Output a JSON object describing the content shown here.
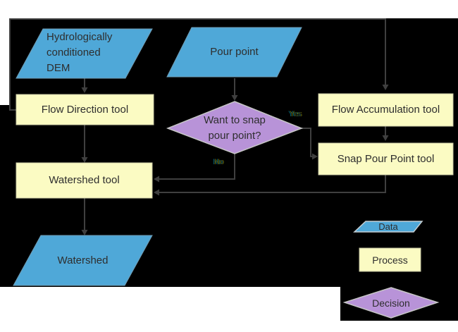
{
  "diagram": {
    "nodes": {
      "dem": {
        "label": "Hydrologically conditioned DEM",
        "type": "data"
      },
      "pour_point": {
        "label": "Pour point",
        "type": "data"
      },
      "flow_direction": {
        "label": "Flow Direction tool",
        "type": "process"
      },
      "flow_accumulation": {
        "label": "Flow Accumulation tool",
        "type": "process"
      },
      "snap_pour_point": {
        "label": "Snap Pour Point tool",
        "type": "process"
      },
      "snap_decision": {
        "label": "Want to snap pour point?",
        "type": "decision"
      },
      "watershed_tool": {
        "label": "Watershed tool",
        "type": "process"
      },
      "watershed": {
        "label": "Watershed",
        "type": "data"
      }
    },
    "edge_labels": {
      "yes": "Yes",
      "no": "No"
    },
    "legend": {
      "data": "Data",
      "process": "Process",
      "decision": "Decision"
    },
    "colors": {
      "canvas_background": "#000000",
      "page_background": "#ffffff",
      "data_fill": "#4fa8d8",
      "process_fill": "#fbfbc3",
      "process_border": "#c9c9a4",
      "decision_fill": "#b893d8",
      "decision_border": "#c6c6c6",
      "connector": "#3f3f3f",
      "label_text": "#2e2e2e"
    }
  }
}
